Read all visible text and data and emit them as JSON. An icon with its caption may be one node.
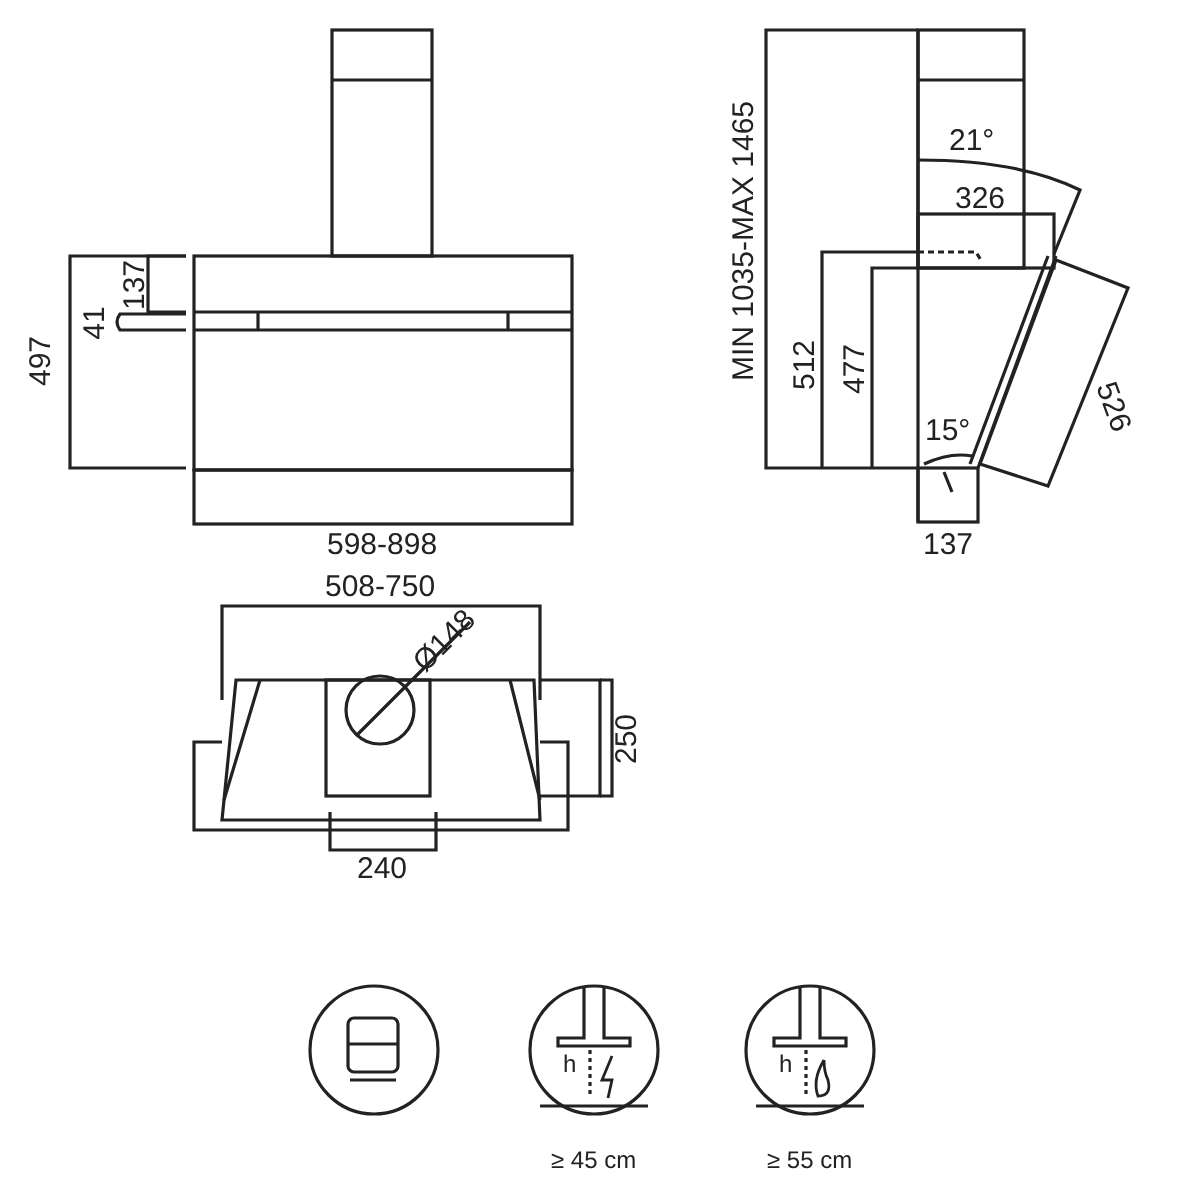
{
  "diagram": {
    "labels": [
      "497",
      "41",
      "137",
      "598-898",
      "MIN 1035-MAX 1465",
      "21°",
      "326",
      "512",
      "477",
      "15°",
      "526",
      "137",
      "508-750",
      "Ø148",
      "250",
      "240",
      "h",
      "≥ 45 cm",
      "h",
      "≥ 55 cm"
    ]
  }
}
